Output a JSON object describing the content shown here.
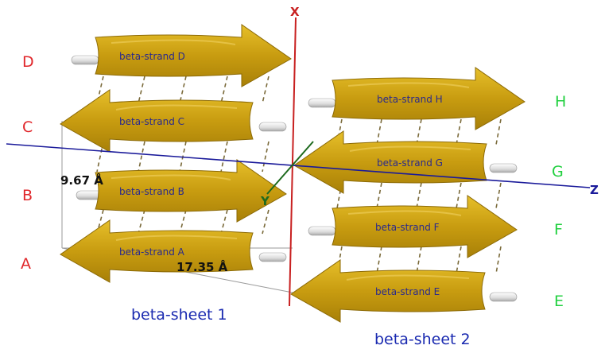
{
  "colors": {
    "strand_fill": "#c8a012",
    "strand_fill_light": "#e0b820",
    "strand_shadow": "#9c7a08",
    "strand_text": "#2a2a8c",
    "sheet1_letters": "#e0262a",
    "sheet2_letters": "#22d040",
    "x_axis": "#c82020",
    "z_axis": "#1a1a9a",
    "y_axis": "#1e6a1e",
    "sheet_title": "#1a2ab0",
    "measure_text": "#111111",
    "hbond": "#7a6a3a",
    "capsule": "#e8e8e8"
  },
  "axes": {
    "x": "X",
    "y": "Y",
    "z": "Z"
  },
  "sheet1": {
    "title": "beta-sheet 1",
    "strands": [
      {
        "letter": "D",
        "label": "beta-strand D"
      },
      {
        "letter": "C",
        "label": "beta-strand C"
      },
      {
        "letter": "B",
        "label": "beta-strand B"
      },
      {
        "letter": "A",
        "label": "beta-strand A"
      }
    ]
  },
  "sheet2": {
    "title": "beta-sheet 2",
    "strands": [
      {
        "letter": "H",
        "label": "beta-strand H"
      },
      {
        "letter": "G",
        "label": "beta-strand G"
      },
      {
        "letter": "F",
        "label": "beta-strand F"
      },
      {
        "letter": "E",
        "label": "beta-strand E"
      }
    ]
  },
  "measurements": {
    "inter_strand": "9.67 Å",
    "inter_sheet": "17.35 Å"
  }
}
